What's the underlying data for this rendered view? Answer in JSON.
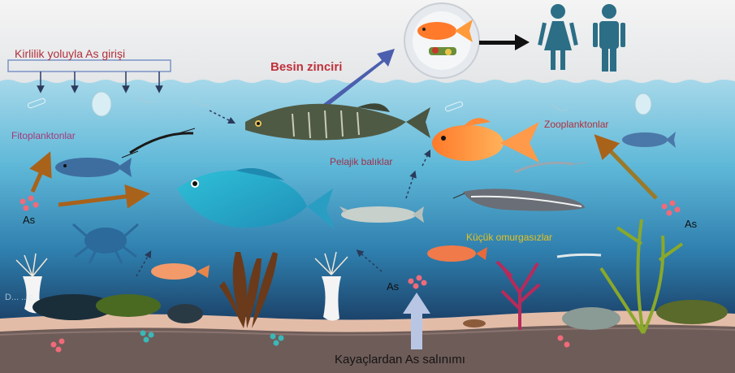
{
  "labels": {
    "pollution_input": "Kirlilik yoluyla As girişi",
    "food_chain": "Besin zinciri",
    "phytoplankton": "Fitoplanktonlar",
    "zooplankton": "Zooplanktonlar",
    "pelagic_fish": "Pelajik balıklar",
    "small_invertebrates": "Küçük omurgasızlar",
    "rock_release": "Kayaçlardan As salınımı",
    "arsenic_left": "As",
    "arsenic_right": "As",
    "arsenic_bottom": "As",
    "benthic_partial": "D...        ...c..."
  },
  "icons": [
    "fish-on-plate-icon",
    "woman-icon",
    "man-icon",
    "crab-icon",
    "shrimp-icon",
    "mussel-icon",
    "seaweed-icon",
    "coral-icon",
    "sea-anemone-icon",
    "catfish-icon"
  ],
  "colors": {
    "sky": "#ececec",
    "water_top": "#9fd3e6",
    "water_mid": "#3f9fc8",
    "water_deep": "#1d4a72",
    "sediment": "#d9b3a0",
    "bedrock": "#6b5a56",
    "arrow_brown": "#a9621a",
    "arrow_blue": "#4b5fae",
    "people": "#2b6e86",
    "label_red": "#c0303a"
  }
}
